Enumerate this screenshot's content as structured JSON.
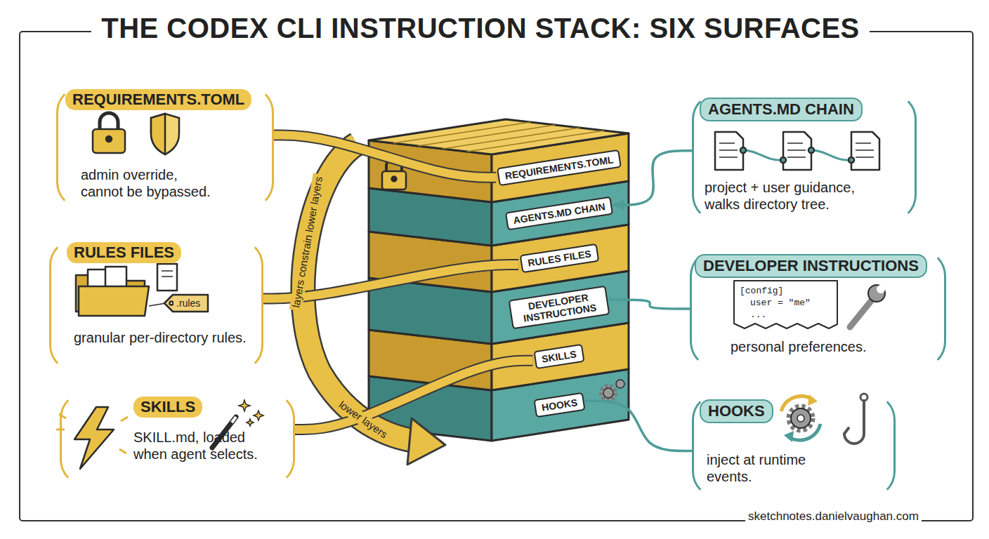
{
  "diagram": {
    "title": "THE CODEX CLI INSTRUCTION STACK: SIX SURFACES",
    "nodes": [
      {
        "text": [
          "REQUIREMENTS.TOML",
          "admin override, cannot be bypassed."
        ]
      },
      {
        "text": [
          "AGENTS.MD CHAIN",
          "project + user guidance, walks directory tree."
        ]
      },
      {
        "text": [
          "RULES FILES",
          "granular per-directory rules."
        ]
      },
      {
        "text": [
          "DEVELOPER INSTRUCTIONS",
          "personal preferences."
        ]
      },
      {
        "text": [
          "SKILLS",
          "SKILL.md, loaded when agent selects."
        ]
      },
      {
        "text": [
          "HOOKS",
          "inject at runtime events."
        ]
      },
      {
        "text": [
          "REQUIREMENTS.TOML"
        ]
      },
      {
        "text": [
          "AGENTS.MD CHAIN"
        ]
      },
      {
        "text": [
          "RULES FILES"
        ]
      },
      {
        "text": [
          "DEVELOPER INSTRUCTIONS"
        ]
      },
      {
        "text": [
          "SKILLS"
        ]
      },
      {
        "text": [
          "HOOKS"
        ]
      }
    ],
    "edges": [
      {
        "from": 0,
        "to": 6,
        "arrow": "none"
      },
      {
        "from": 1,
        "to": 7,
        "arrow": "to"
      },
      {
        "from": 2,
        "to": 8,
        "arrow": "none"
      },
      {
        "from": 3,
        "to": 9,
        "arrow": "none"
      },
      {
        "from": 4,
        "to": 10,
        "arrow": "none"
      },
      {
        "from": 5,
        "to": 11,
        "arrow": "none"
      }
    ],
    "labels": [
      "layers constrain lower layers",
      "lower layers",
      ".rules",
      "[config]",
      "user = \"me\"",
      "...",
      "sketchnotes.danielvaughan.com"
    ]
  }
}
